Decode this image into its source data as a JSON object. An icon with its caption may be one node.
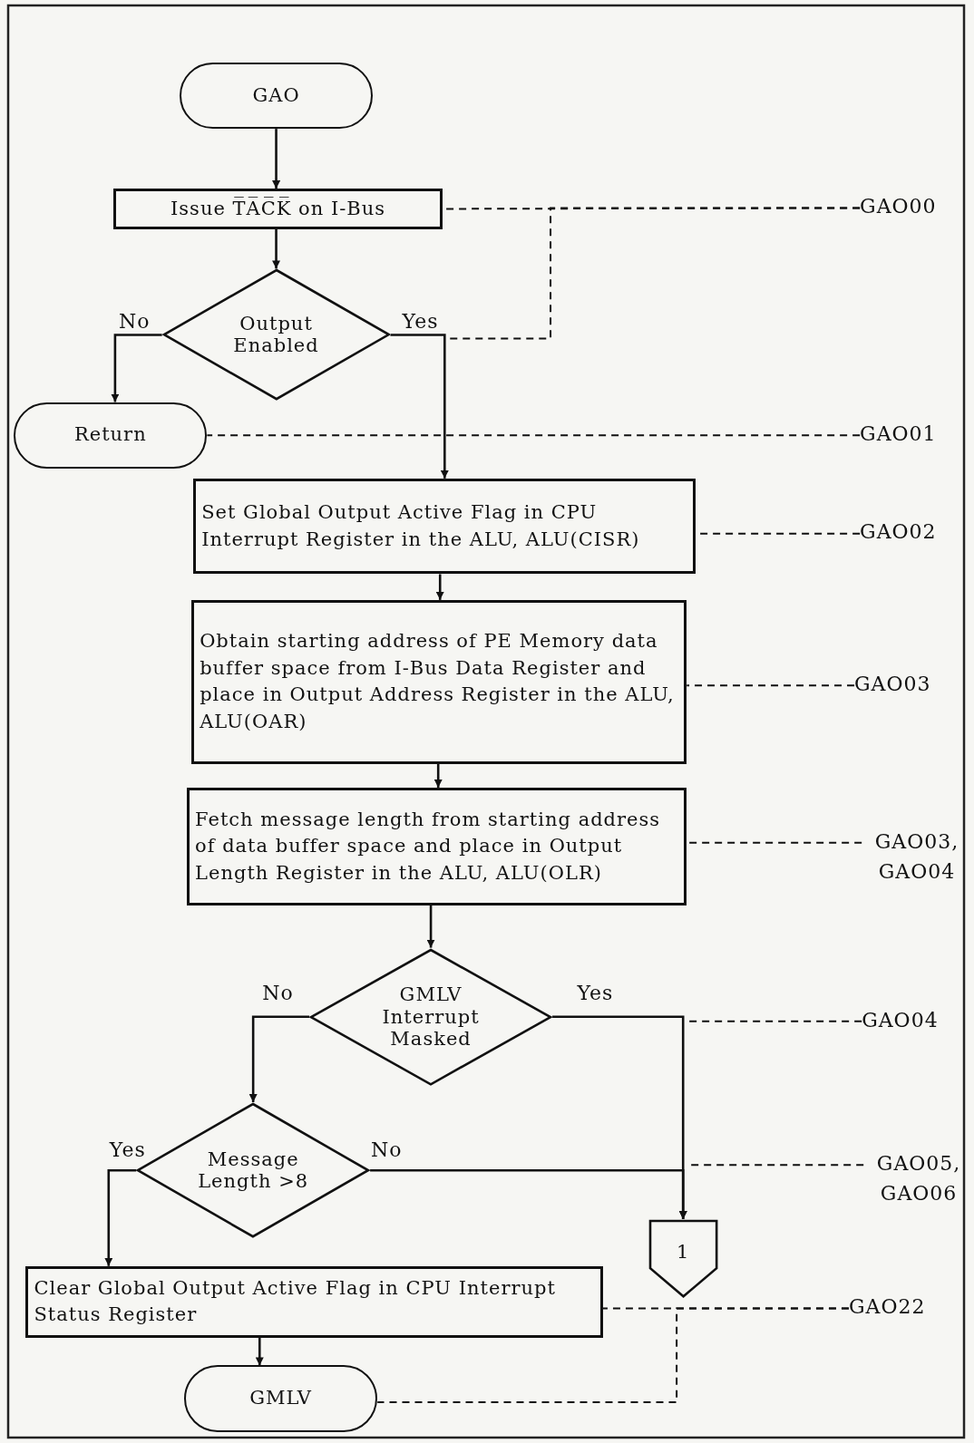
{
  "diagram": {
    "nodes": [
      {
        "text": [
          "GAO"
        ]
      },
      {
        "text": [
          "Issue T̅A̅C̅K̅ on I-Bus"
        ]
      },
      {
        "text": [
          "Output Enabled"
        ]
      },
      {
        "text": [
          "Return"
        ]
      },
      {
        "text": [
          "Set Global Output Active Flag in CPU Interrupt Register in the ALU, ALU(CISR)"
        ]
      },
      {
        "text": [
          "Obtain starting address of PE Memory data buffer space from I-Bus Data Register and place in Output Address Register in the ALU, ALU(OAR)"
        ]
      },
      {
        "text": [
          "Fetch message length from starting address of data buffer space and place in Output Length Register in the ALU, ALU(OLR)"
        ]
      },
      {
        "text": [
          "GMLV Interrupt Masked"
        ]
      },
      {
        "text": [
          "Message Length >8"
        ]
      },
      {
        "text": [
          "1"
        ]
      },
      {
        "text": [
          "Clear Global Output Active Flag in CPU Interrupt Status Register"
        ]
      },
      {
        "text": [
          "GMLV"
        ]
      },
      {
        "text": [
          "GAO00"
        ]
      },
      {
        "text": [
          "GAO01"
        ]
      },
      {
        "text": [
          "GAO02"
        ]
      },
      {
        "text": [
          "GAO03"
        ]
      },
      {
        "text": [
          "GAO03, GAO04"
        ]
      },
      {
        "text": [
          "GAO04"
        ]
      },
      {
        "text": [
          "GAO05, GAO06"
        ]
      },
      {
        "text": [
          "GAO22"
        ]
      }
    ],
    "edges": [
      {
        "from": 0,
        "to": 1,
        "arrow": "to"
      },
      {
        "from": 1,
        "to": 2,
        "arrow": "to"
      },
      {
        "from": 2,
        "to": 3,
        "arrow": "to",
        "label": "No"
      },
      {
        "from": 2,
        "to": 4,
        "arrow": "to",
        "label": "Yes"
      },
      {
        "from": 4,
        "to": 5,
        "arrow": "to"
      },
      {
        "from": 5,
        "to": 6,
        "arrow": "to"
      },
      {
        "from": 6,
        "to": 7,
        "arrow": "to"
      },
      {
        "from": 7,
        "to": 8,
        "arrow": "to",
        "label": "No"
      },
      {
        "from": 7,
        "to": 9,
        "arrow": "to",
        "label": "Yes"
      },
      {
        "from": 8,
        "to": 10,
        "arrow": "to",
        "label": "Yes"
      },
      {
        "from": 8,
        "to": 9,
        "arrow": "to",
        "label": "No"
      },
      {
        "from": 10,
        "to": 11,
        "arrow": "to"
      },
      {
        "from": 12,
        "to": 1,
        "arrow": "none",
        "style": "dashed"
      },
      {
        "from": 12,
        "to": null,
        "arrow": "none",
        "style": "dashed"
      },
      {
        "from": 13,
        "to": 3,
        "arrow": "none",
        "style": "dashed"
      },
      {
        "from": 14,
        "to": 4,
        "arrow": "none",
        "style": "dashed"
      },
      {
        "from": 15,
        "to": 5,
        "arrow": "none",
        "style": "dashed"
      },
      {
        "from": 16,
        "to": 6,
        "arrow": "none",
        "style": "dashed"
      },
      {
        "from": 17,
        "to": null,
        "arrow": "none",
        "style": "dashed"
      },
      {
        "from": 18,
        "to": null,
        "arrow": "none",
        "style": "dashed"
      },
      {
        "from": 19,
        "to": 10,
        "arrow": "none",
        "style": "dashed"
      },
      {
        "from": 19,
        "to": 11,
        "arrow": "none",
        "style": "dashed"
      }
    ]
  }
}
